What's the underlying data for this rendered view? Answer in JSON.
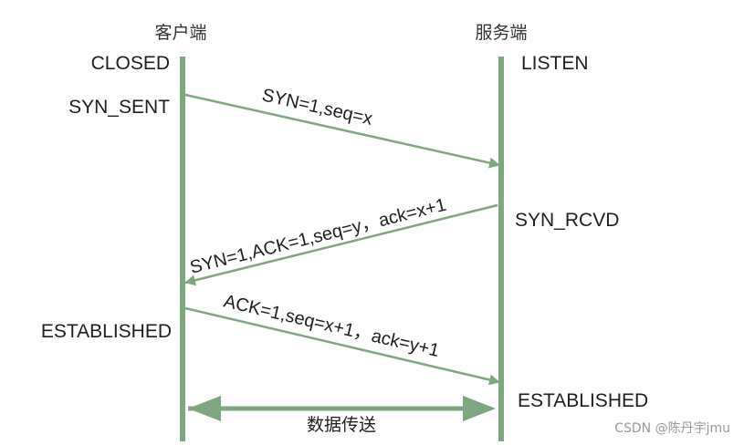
{
  "headers": {
    "client": "客户端",
    "server": "服务端"
  },
  "client_states": {
    "closed": "CLOSED",
    "syn_sent": "SYN_SENT",
    "established": "ESTABLISHED"
  },
  "server_states": {
    "listen": "LISTEN",
    "syn_rcvd": "SYN_RCVD",
    "established": "ESTABLISHED"
  },
  "messages": {
    "syn": "SYN=1,seq=x",
    "syn_ack": "SYN=1,ACK=1,seq=y，ack=x+1",
    "ack": "ACK=1,seq=x+1，ack=y+1"
  },
  "data_transfer": "数据传送",
  "watermark": "CSDN @陈丹宇jmu",
  "colors": {
    "lifeline": "#7fa882",
    "arrow": "#7fa882",
    "text": "#1f1f1f"
  }
}
